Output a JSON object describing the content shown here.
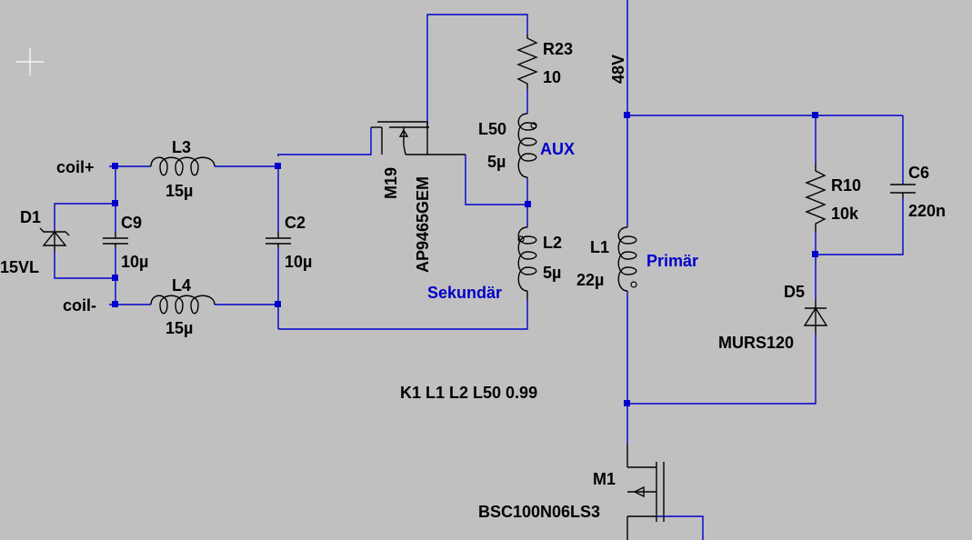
{
  "nets": {
    "coil_plus": "coil+",
    "coil_minus": "coil-",
    "supply": "48V"
  },
  "components": {
    "D1": {
      "ref": "D1",
      "value": "15VL"
    },
    "C9": {
      "ref": "C9",
      "value": "10µ"
    },
    "L3": {
      "ref": "L3",
      "value": "15µ"
    },
    "L4": {
      "ref": "L4",
      "value": "15µ"
    },
    "C2": {
      "ref": "C2",
      "value": "10µ"
    },
    "M19": {
      "ref": "M19",
      "value": "AP9465GEM"
    },
    "R23": {
      "ref": "R23",
      "value": "10"
    },
    "L50": {
      "ref": "L50",
      "value": "5µ",
      "tag": "AUX"
    },
    "L2": {
      "ref": "L2",
      "value": "5µ",
      "tag": "Sekundär"
    },
    "L1": {
      "ref": "L1",
      "value": "22µ",
      "tag": "Primär"
    },
    "R10": {
      "ref": "R10",
      "value": "10k"
    },
    "C6": {
      "ref": "C6",
      "value": "220n"
    },
    "D5": {
      "ref": "D5",
      "value": "MURS120"
    },
    "M1": {
      "ref": "M1",
      "value": "BSC100N06LS3"
    }
  },
  "directive": "K1 L1 L2 L50 0.99",
  "colors": {
    "background": "#c0c0c0",
    "wire": "#0000cc",
    "component": "#000000",
    "tag": "#0000cc"
  }
}
